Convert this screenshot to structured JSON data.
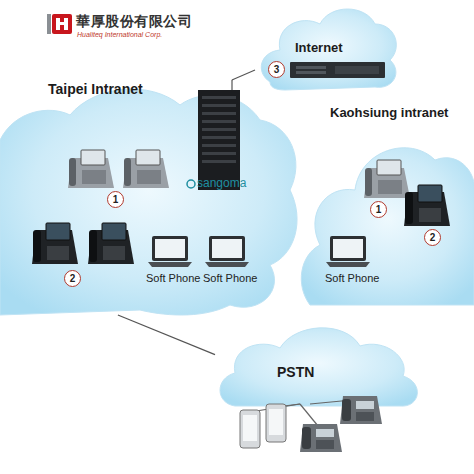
{
  "diagram": {
    "nodes": [
      {
        "text": [
          "Internet"
        ]
      },
      {
        "text": [
          "Taipei Intranet"
        ]
      },
      {
        "text": [
          "Kaohsiung intranet"
        ]
      },
      {
        "text": [
          "PSTN"
        ]
      }
    ],
    "edges": [
      {
        "from": 1,
        "to": 0,
        "arrow": "none"
      },
      {
        "from": 1,
        "to": 3,
        "arrow": "none"
      }
    ],
    "labels": [
      "華厚股份有限公司",
      "Hualiteq International Corp.",
      "3",
      "sangoma",
      "1",
      "2",
      "Soft Phone",
      "Soft Phone",
      "1",
      "2",
      "Soft Phone"
    ]
  }
}
